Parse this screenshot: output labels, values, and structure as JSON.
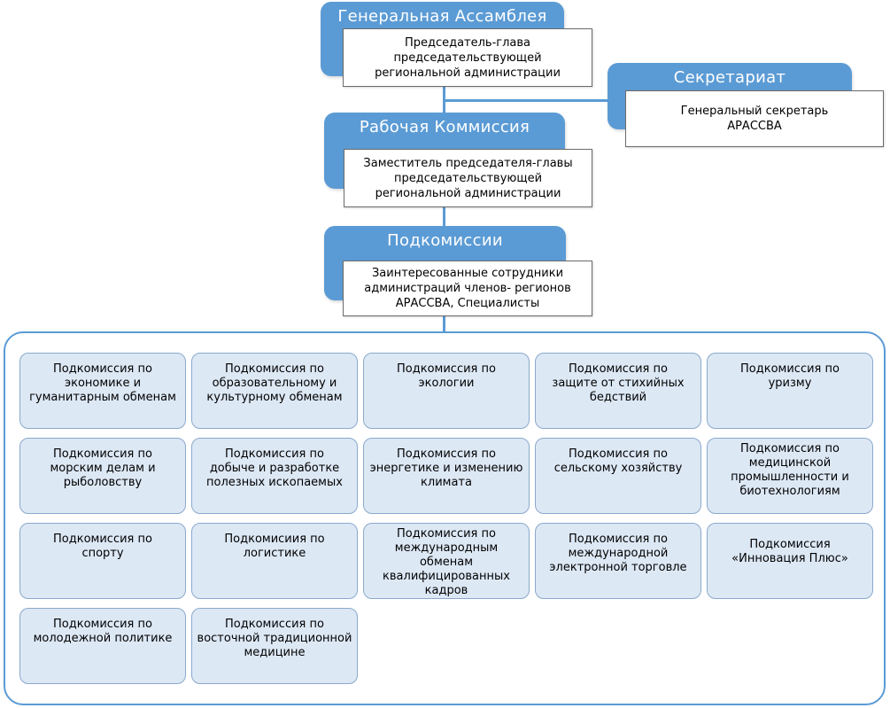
{
  "general_assembly": {
    "title": "Генеральная Ассамблея",
    "description": "Председатель-глава\nпредседательствующей\nрегиональной администрации"
  },
  "secretariat": {
    "title": "Секретариат",
    "description": "Генеральный  секретарь\nАРАССВА"
  },
  "working_commission": {
    "title": "Рабочая  Коммиссия",
    "description": "Заместитель  председателя-главы\nпредседательствующей\nрегиональной администрации"
  },
  "subcommissions": {
    "title": "Подкомиссии",
    "description": "Заинтересованные  сотрудники\nадминистраций членов- регионов\nАРАССВА, Специалисты"
  },
  "subcommission_list": [
    "Подкомиссия  по\nэкономике и\nгуманитарным обменам",
    "Подкомиссия  по\nобразовательному и\nкультурному обменам",
    "Подкомиссия  по\nэкологии",
    "Подкомиссия  по\nзащите от стихийных\nбедствий",
    "Подкомиссия  по\nуризму",
    "Подкомиссия  по\nморским делам и\nрыболовству",
    "Подкомиссия  по\nдобыче и разработке\nполезных ископаемых",
    "Подкомиссия  по\nэнергетике и изменению\nклимата",
    "Подкомиссия  по\nсельскому хозяйству",
    "Подкомиссия  по\nмедицинской\nпромышленности и\nбиотехнологиям",
    "Подкомиссия  по\nспорту",
    "Подкомисиия  по\nлогистике",
    "Подкомиссия  по\nмеждународным\nобменам\nквалифицированных\nкадров",
    "Подкомиссия  по\nмеждународной\nэлектронной торговле",
    "Подкомиссия\n«Инновация Плюс»",
    "Подкомиссия  по\nмолодежной политике",
    "Подкомиссия  по\nвосточной традиционной\nмедицине"
  ]
}
